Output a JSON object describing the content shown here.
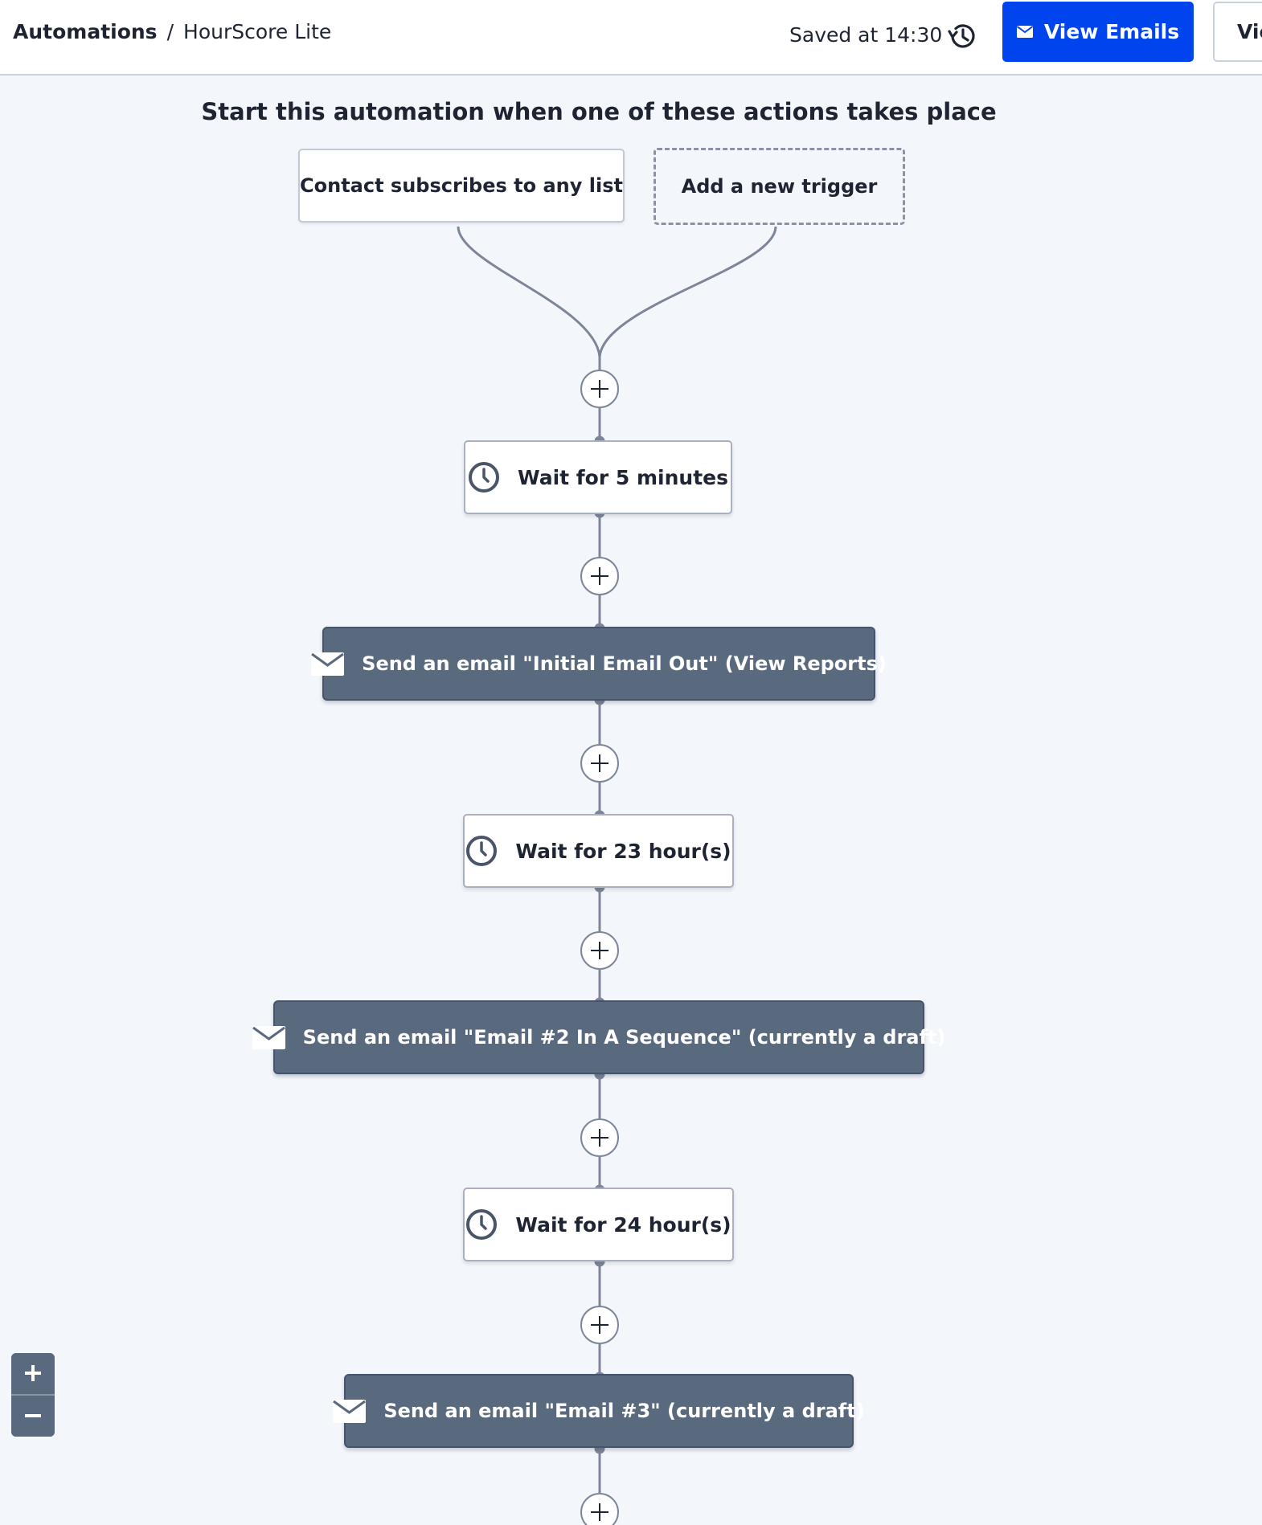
{
  "header": {
    "breadcrumb_root": "Automations",
    "breadcrumb_separator": "/",
    "breadcrumb_current": "HourScore Lite",
    "saved_text": "Saved at 14:30",
    "history_icon": "history-icon",
    "view_emails_label": "View Emails",
    "cut_off_button_label": "Vie"
  },
  "canvas": {
    "heading": "Start this automation when one of these actions takes place",
    "triggers": [
      {
        "label": "Contact subscribes to any list",
        "style": "solid"
      },
      {
        "label": "Add a new trigger",
        "style": "dashed"
      }
    ],
    "steps": [
      {
        "type": "wait",
        "label": "Wait for 5 minutes",
        "icon": "clock-icon"
      },
      {
        "type": "email",
        "label": "Send an email \"Initial Email Out\" (View Reports)",
        "icon": "envelope-icon"
      },
      {
        "type": "wait",
        "label": "Wait for 23 hour(s)",
        "icon": "clock-icon"
      },
      {
        "type": "email",
        "label": "Send an email \"Email #2 In A Sequence\" (currently a draft)",
        "icon": "envelope-icon"
      },
      {
        "type": "wait",
        "label": "Wait for 24 hour(s)",
        "icon": "clock-icon"
      },
      {
        "type": "email",
        "label": "Send an email \"Email #3\" (currently a draft)",
        "icon": "envelope-icon"
      }
    ]
  },
  "zoom_controls": {
    "zoom_in_icon": "plus-icon",
    "zoom_out_icon": "minus-icon"
  },
  "colors": {
    "primary_button": "#0044ee",
    "email_node": "#5a6a7e",
    "canvas_background": "#f3f6fb",
    "connector": "#7d8699"
  }
}
